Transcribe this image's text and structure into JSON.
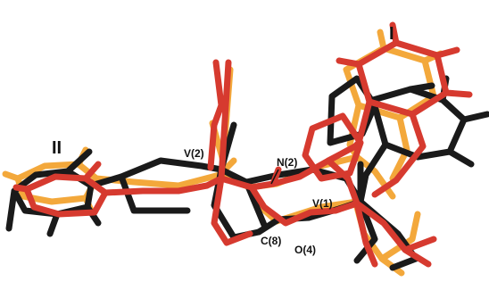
{
  "figure": {
    "description_visible": false,
    "molecule_colors": {
      "black": "#1a1a1a",
      "red": "#d63a2f",
      "orange": "#f3a83b"
    },
    "labels": {
      "ligand_1": "I",
      "ligand_2": "II",
      "vanadium_2": "V(2)",
      "vanadium_1": "V(1)",
      "nitrogen_2": "N(2)",
      "carbon_8": "C(8)",
      "oxygen_4": "O(4)"
    }
  }
}
